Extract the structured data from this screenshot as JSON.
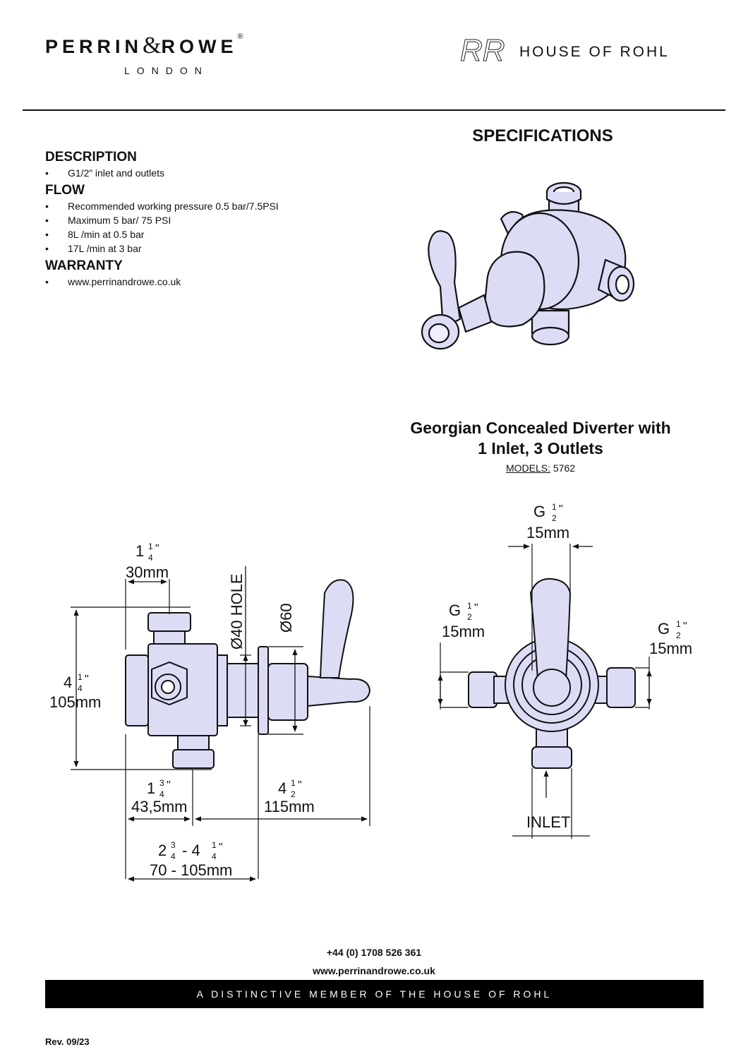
{
  "header": {
    "brand_name_left": "PERRIN",
    "brand_ampersand": "&",
    "brand_name_right": "ROWE",
    "brand_registered": "®",
    "brand_location": "LONDON",
    "partner_monogram": "RR",
    "partner_name": "HOUSE OF ROHL"
  },
  "specifications_title": "SPECIFICATIONS",
  "sections": [
    {
      "heading": "DESCRIPTION",
      "items": [
        "G1/2” inlet and outlets"
      ]
    },
    {
      "heading": "FLOW",
      "items": [
        "Recommended working pressure 0.5 bar/7.5PSI",
        "Maximum 5 bar/ 75 PSI",
        "8L /min at 0.5 bar",
        "17L /min at 3 bar"
      ]
    },
    {
      "heading": "WARRANTY",
      "items": [
        "www.perrinandrowe.co.uk"
      ]
    }
  ],
  "product": {
    "title_line1": "Georgian Concealed Diverter with",
    "title_line2": "1 Inlet, 3 Outlets",
    "models_label": "MODELS:",
    "models_value": "5762"
  },
  "drawing_side": {
    "top_width_whole": "1",
    "top_width_frac_num": "1",
    "top_width_frac_den": "4",
    "top_width_inch": "\"",
    "top_width_mm": "30mm",
    "hole_label": "Ø40 HOLE",
    "flange_label": "Ø60",
    "height_whole": "4",
    "height_frac_num": "1",
    "height_frac_den": "4",
    "height_inch": "\"",
    "height_mm": "105mm",
    "depth_whole": "1",
    "depth_frac_num": "3",
    "depth_frac_den": "4",
    "depth_inch": "\"",
    "depth_mm": "43,5mm",
    "handle_whole": "4",
    "handle_frac_num": "1",
    "handle_frac_den": "2",
    "handle_inch": "\"",
    "handle_mm": "115mm",
    "range_whole_a": "2",
    "range_frac_a_num": "3",
    "range_frac_a_den": "4",
    "range_dash": "- 4",
    "range_frac_b_num": "1",
    "range_frac_b_den": "4",
    "range_inch": "\"",
    "range_mm": "70 - 105mm"
  },
  "drawing_front": {
    "top_label": "G",
    "top_frac_num": "1",
    "top_frac_den": "2",
    "top_inch": "\"",
    "top_mm": "15mm",
    "left_label": "G",
    "left_frac_num": "1",
    "left_frac_den": "2",
    "left_inch": "\"",
    "left_mm": "15mm",
    "right_label": "G",
    "right_frac_num": "1",
    "right_frac_den": "2",
    "right_inch": "\"",
    "right_mm": "15mm",
    "inlet_label": "INLET"
  },
  "colors": {
    "body_fill": "#dcdcf5",
    "line": "#111111",
    "banner_bg": "#000000",
    "banner_text": "#ffffff"
  },
  "footer": {
    "phone": "+44 (0) 1708 526 361",
    "website": "www.perrinandrowe.co.uk",
    "banner": "A DISTINCTIVE MEMBER OF THE HOUSE OF ROHL",
    "revision": "Rev. 09/23"
  }
}
